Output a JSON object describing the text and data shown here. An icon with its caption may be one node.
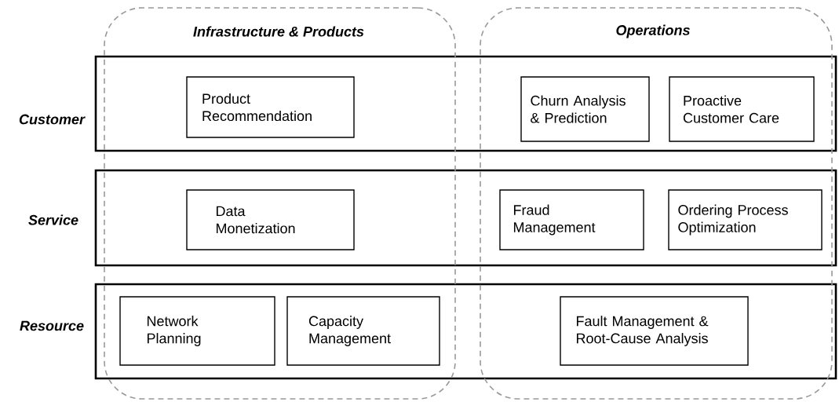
{
  "diagram": {
    "nodes": [
      {
        "text": [
          "Infrastructure & Products"
        ]
      },
      {
        "text": [
          "Operations"
        ]
      },
      {
        "text": [
          "Customer"
        ]
      },
      {
        "text": [
          "Service"
        ]
      },
      {
        "text": [
          "Resource"
        ]
      },
      {
        "text": [
          "Product Recommendation"
        ]
      },
      {
        "text": [
          "Churn Analysis & Prediction"
        ]
      },
      {
        "text": [
          "Proactive Customer Care"
        ]
      },
      {
        "text": [
          "Data Monetization"
        ]
      },
      {
        "text": [
          "Fraud Management"
        ]
      },
      {
        "text": [
          "Ordering Process Optimization"
        ]
      },
      {
        "text": [
          "Network Planning"
        ]
      },
      {
        "text": [
          "Capacity Management"
        ]
      },
      {
        "text": [
          "Fault Management & Root-Cause Analysis"
        ]
      }
    ]
  }
}
